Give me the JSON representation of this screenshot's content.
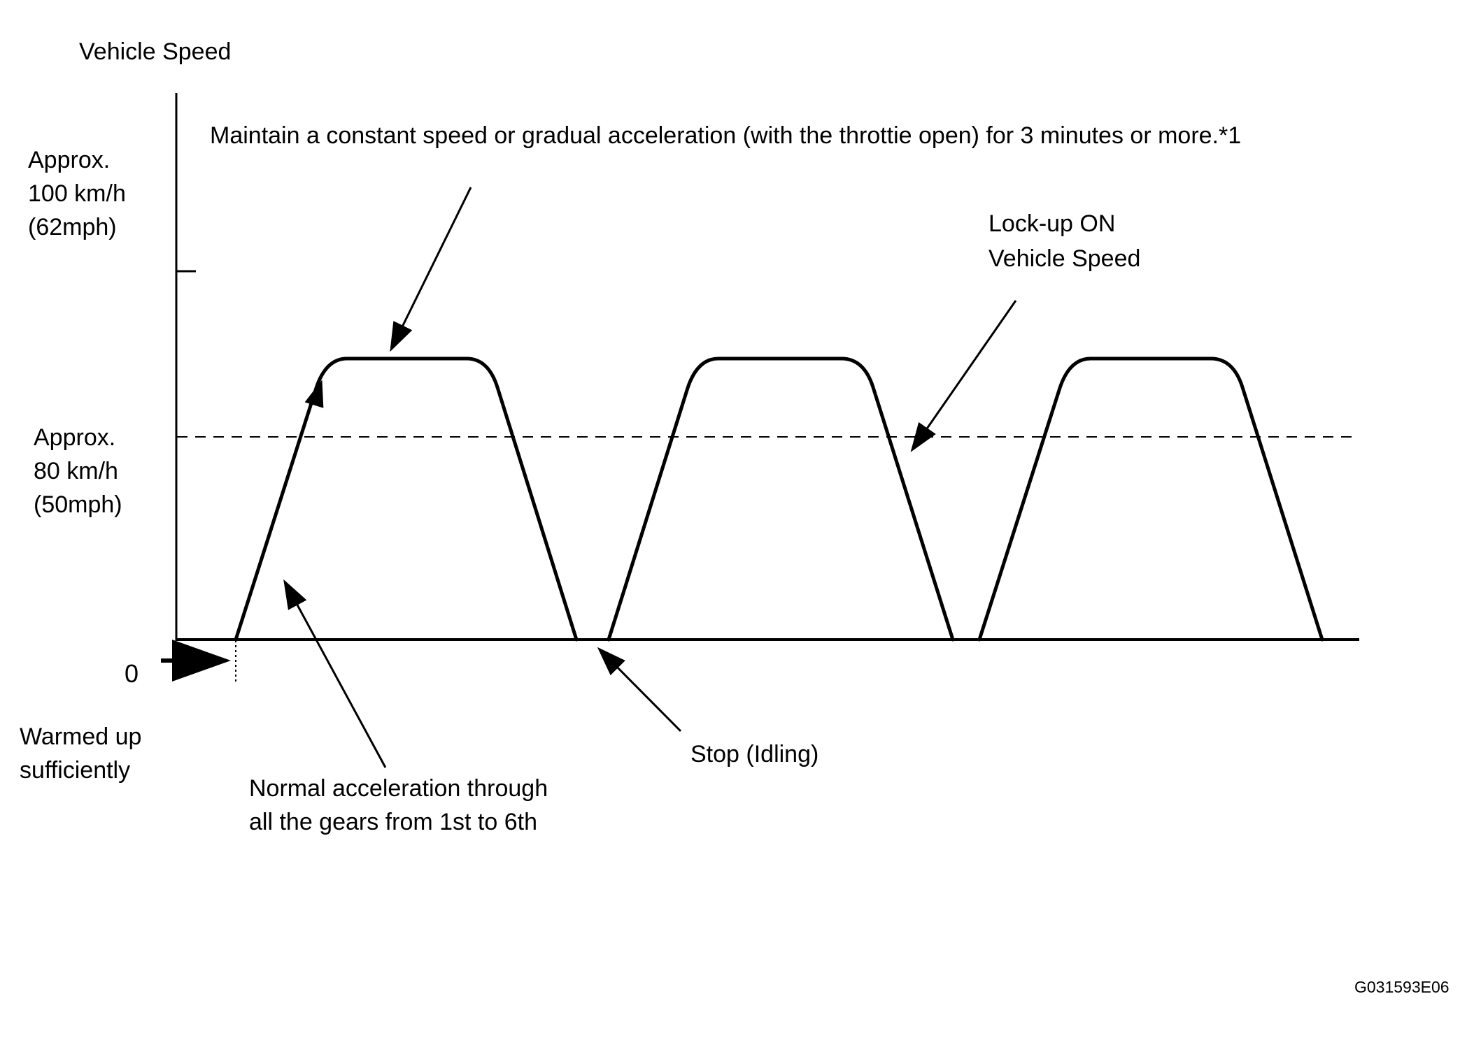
{
  "colors": {
    "ink": "#000000",
    "background": "#ffffff"
  },
  "title": "Vehicle Speed",
  "instruction": "Maintain a constant speed or gradual acceleration (with the throttie open) for 3 minutes or more.*1",
  "y_axis": {
    "label_100": "Approx.\n100 km/h\n(62mph)",
    "label_80": "Approx.\n80 km/h\n(50mph)",
    "origin": "0"
  },
  "annotations": {
    "lockup": "Lock-up ON\nVehicle Speed",
    "stop": "Stop (Idling)",
    "normal_acceleration": "Normal acceleration through\nall the gears from 1st to 6th",
    "warmed_up": "Warmed up\nsufficiently"
  },
  "figure_code": "G031593E06"
}
